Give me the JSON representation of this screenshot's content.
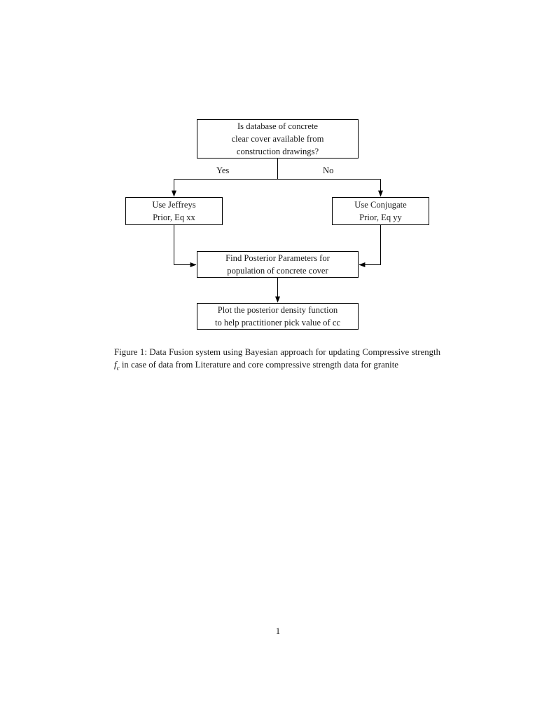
{
  "document": {
    "page_number": "1"
  },
  "figure": {
    "nodes": [
      {
        "id": "question",
        "lines": [
          "Is database of concrete",
          "clear cover available from",
          "construction drawings?"
        ]
      },
      {
        "id": "jeffreys",
        "lines": [
          "Use Jeffreys",
          "Prior, Eq xx"
        ]
      },
      {
        "id": "conjugate",
        "lines": [
          "Use Conjugate",
          "Prior, Eq yy"
        ]
      },
      {
        "id": "posterior",
        "lines": [
          "Find Posterior Parameters for",
          "population of concrete cover"
        ]
      },
      {
        "id": "plot",
        "lines": [
          "Plot the posterior density function",
          "to help practitioner pick value of cc"
        ]
      }
    ],
    "edge_labels": {
      "yes": "Yes",
      "no": "No"
    },
    "colors": {
      "stroke": "#000000",
      "text": "#1a1a1a",
      "background": "#ffffff"
    }
  },
  "caption": {
    "prefix": "Figure 1:",
    "part1": " Data Fusion system using Bayesian approach for updating Compressive strength ",
    "symbol_base": "f",
    "symbol_sub": "c",
    "part2": " in case of data from Literature and core compressive strength data for granite"
  }
}
